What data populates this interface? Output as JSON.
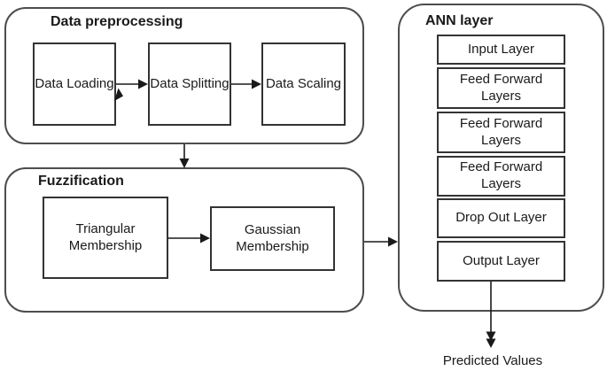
{
  "preprocessing": {
    "title": "Data preprocessing",
    "steps": [
      "Data Loading",
      "Data Splitting",
      "Data Scaling"
    ]
  },
  "fuzzification": {
    "title": "Fuzzification",
    "steps": [
      "Triangular Membership",
      "Gaussian Membership"
    ]
  },
  "ann": {
    "title": "ANN layer",
    "layers": [
      "Input Layer",
      "Feed Forward Layers",
      "Feed Forward Layers",
      "Feed Forward Layers",
      "Drop Out Layer",
      "Output Layer"
    ]
  },
  "output_label": "Predicted Values",
  "colors": {
    "background": "#ffffff",
    "container_border": "#4d4d4d",
    "box_border": "#333333",
    "arrow": "#1a1a1a",
    "text": "#1a1a1a"
  }
}
